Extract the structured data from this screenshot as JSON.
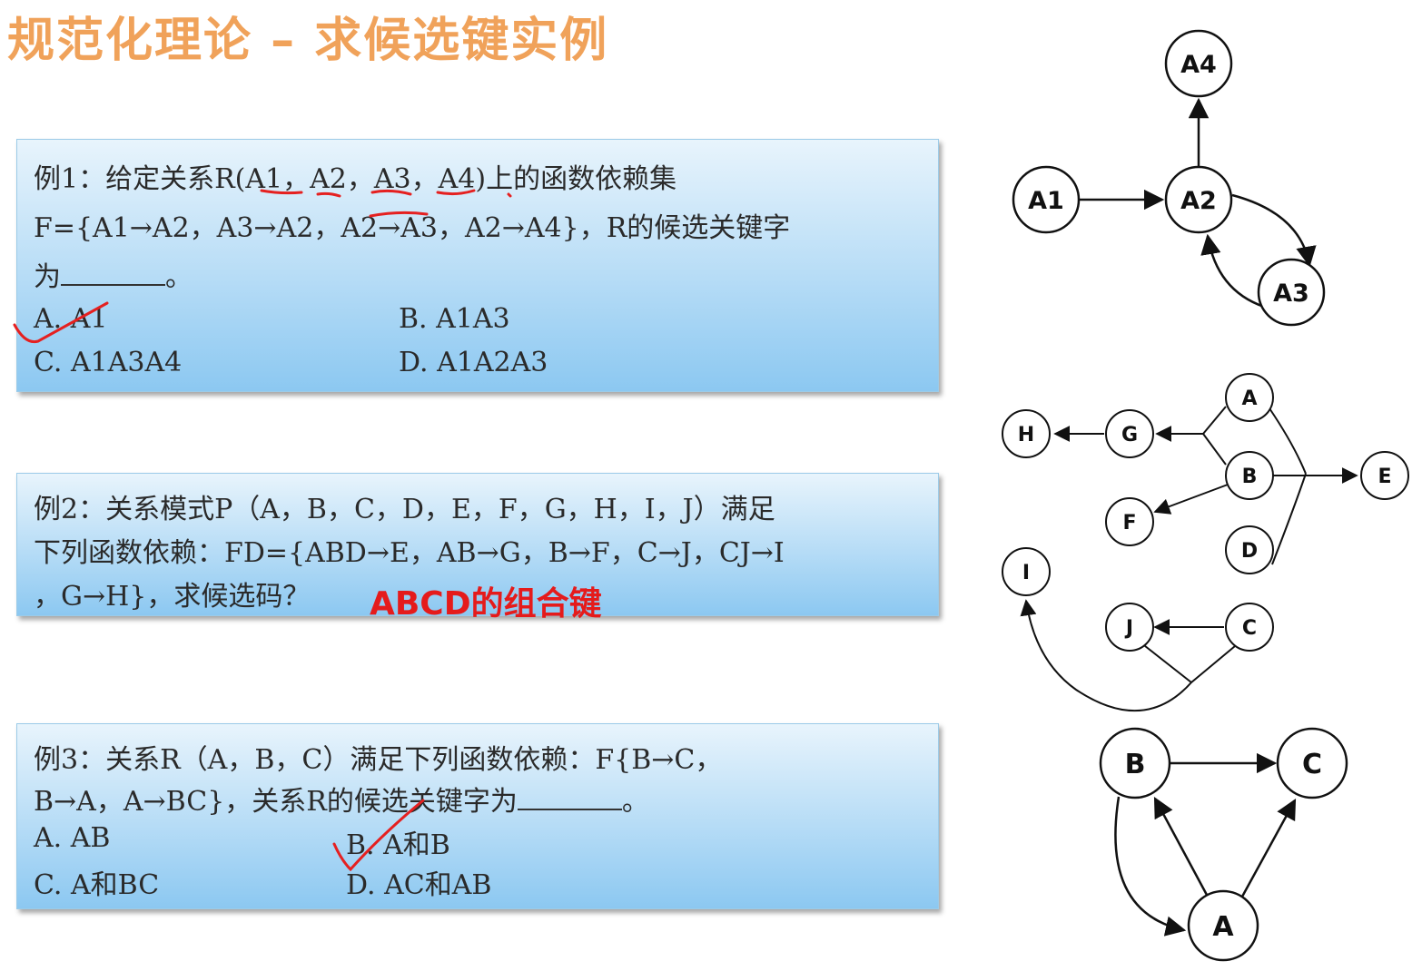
{
  "title": "规范化理论 – 求候选键实例",
  "example1": {
    "line1": "例1：给定关系R(A1，A2，A3，A4)上的函数依赖集",
    "line2": "F={A1→A2，A3→A2，A2→A3，A2→A4}，R的候选关键字",
    "line3_prefix": "为",
    "line3_suffix": "。",
    "options": [
      {
        "letter": "A.",
        "text": "A1"
      },
      {
        "letter": "B.",
        "text": "A1A3"
      },
      {
        "letter": "C.",
        "text": "A1A3A4"
      },
      {
        "letter": "D.",
        "text": "A1A2A3"
      }
    ]
  },
  "example2": {
    "line1": "例2：关系模式P（A，B，C，D，E，F，G，H，I，J）满足",
    "line2": "下列函数依赖：FD={ABD→E，AB→G，B→F，C→J，CJ→I",
    "line3": "，G→H}，求候选码？",
    "answer": "ABCD的组合键"
  },
  "example3": {
    "line1": "例3：关系R（A，B，C）满足下列函数依赖：F{B→C，",
    "line2_prefix": "B→A，A→BC}，关系R的候选关键字为",
    "line2_suffix": "。",
    "options": [
      {
        "letter": "A.",
        "text": "AB"
      },
      {
        "letter": "B.",
        "text": "A和B"
      },
      {
        "letter": "C.",
        "text": "A和BC"
      },
      {
        "letter": "D.",
        "text": "AC和AB"
      }
    ]
  },
  "graph1": {
    "nodes": [
      "A1",
      "A2",
      "A3",
      "A4"
    ]
  },
  "graph2": {
    "nodes": [
      "A",
      "B",
      "C",
      "D",
      "E",
      "F",
      "G",
      "H",
      "I",
      "J"
    ]
  },
  "graph3": {
    "nodes": [
      "A",
      "B",
      "C"
    ]
  },
  "colors": {
    "title": "#f0a25a",
    "answer": "#e51b1b",
    "box_top": "#e8f4fc",
    "box_bottom": "#8cc8f1"
  }
}
